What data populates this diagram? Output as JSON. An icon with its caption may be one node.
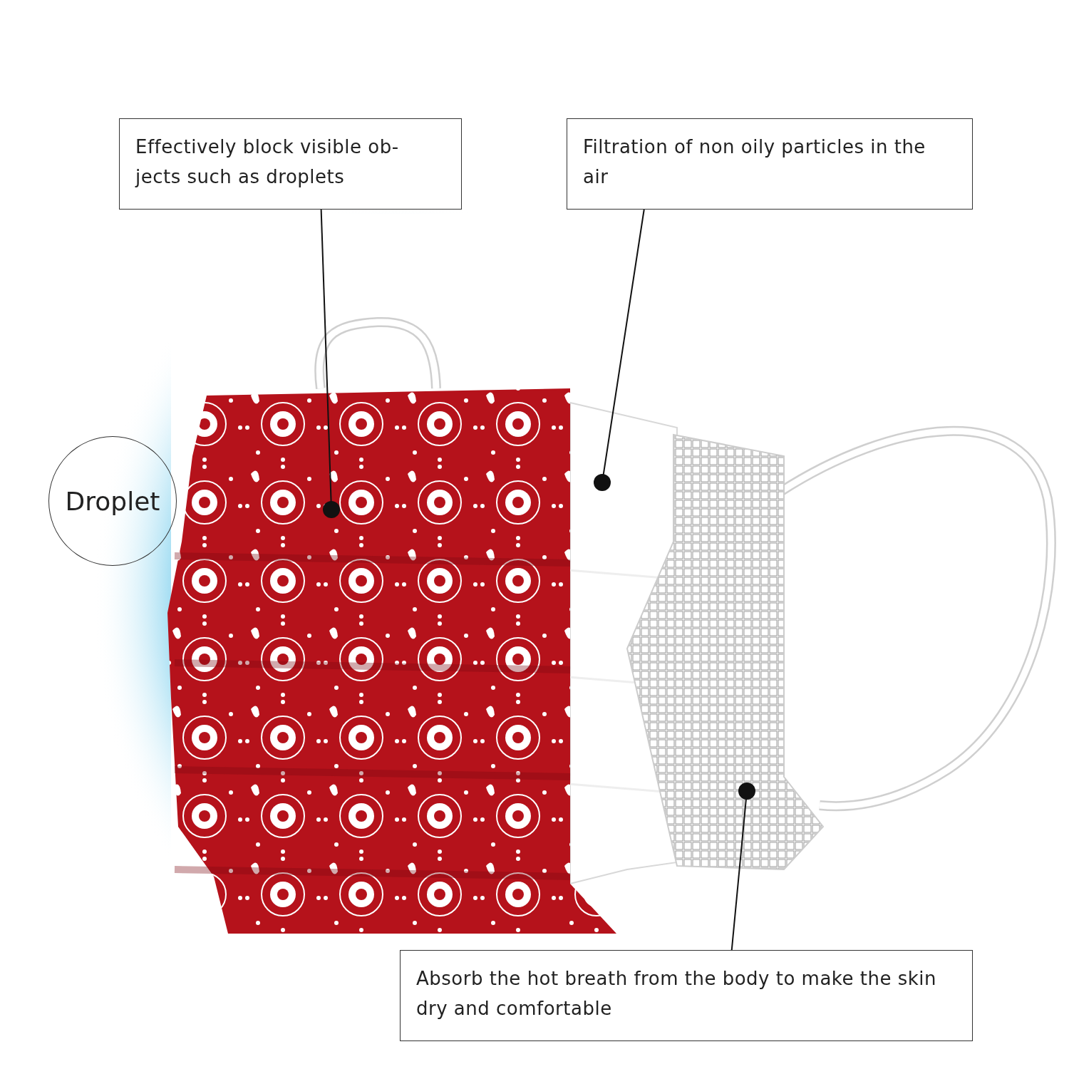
{
  "diagram": {
    "nodes": [
      {
        "text": [
          "Effectively block visible ob- jects such as droplets"
        ]
      },
      {
        "text": [
          "Filtration of non oily particles in the air"
        ]
      },
      {
        "text": [
          "Absorb the hot breath from the body to make the skin dry and comfortable"
        ]
      },
      {
        "text": [
          "Droplet"
        ]
      },
      {
        "text": [],
        "shape": "picture"
      },
      {
        "text": [],
        "shape": "picture"
      },
      {
        "text": [],
        "shape": "picture"
      }
    ],
    "edges": [
      {
        "from": 0,
        "to": 4,
        "arrow": "other"
      },
      {
        "from": 1,
        "to": 5,
        "arrow": "other"
      },
      {
        "from": 2,
        "to": 6,
        "arrow": "other"
      }
    ]
  }
}
